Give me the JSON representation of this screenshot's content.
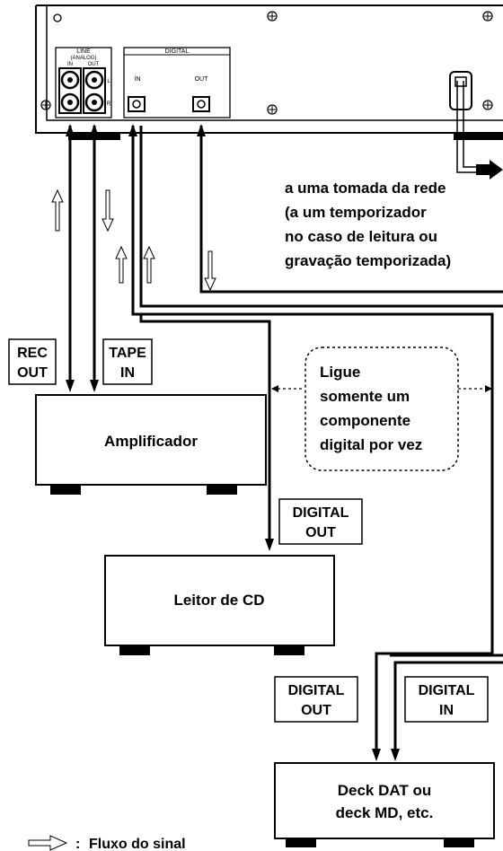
{
  "panel": {
    "line_title": "LINE",
    "line_sub": "(ANALOG)",
    "line_in": "IN",
    "line_out": "OUT",
    "ch_left": "L",
    "ch_right": "R",
    "digital_title": "DIGITAL",
    "digital_in": "IN",
    "digital_out": "OUT"
  },
  "mains_note": [
    "a uma tomada da rede",
    "(a um temporizador",
    "no caso de leitura ou",
    "gravação temporizada)"
  ],
  "labels": {
    "rec_out": [
      "REC",
      "OUT"
    ],
    "tape_in": [
      "TAPE",
      "IN"
    ],
    "cd_digital_out": [
      "DIGITAL",
      "OUT"
    ],
    "dat_digital_out": [
      "DIGITAL",
      "OUT"
    ],
    "dat_digital_in": [
      "DIGITAL",
      "IN"
    ]
  },
  "note": [
    "Ligue",
    "somente um",
    "componente",
    "digital por vez"
  ],
  "devices": {
    "amplifier": "Amplificador",
    "cd_player": "Leitor de CD",
    "dat_deck": [
      "Deck DAT ou",
      "deck MD, etc."
    ]
  },
  "legend": {
    "colon": ":",
    "text": "Fluxo do sinal"
  }
}
